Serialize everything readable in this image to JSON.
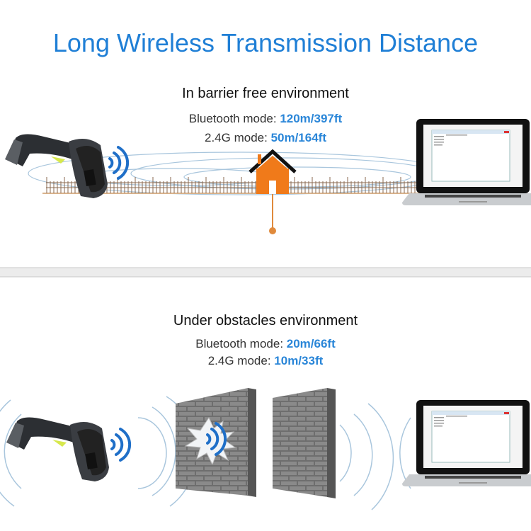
{
  "title": "Long Wireless Transmission Distance",
  "barrier_free": {
    "heading": "In barrier free environment",
    "bluetooth_label": "Bluetooth mode: ",
    "bluetooth_value": "120m/397ft",
    "g24_label": "2.4G mode: ",
    "g24_value": "50m/164ft"
  },
  "obstacles": {
    "heading": "Under obstacles environment",
    "bluetooth_label": "Bluetooth mode: ",
    "bluetooth_value": "20m/66ft",
    "g24_label": "2.4G mode: ",
    "g24_value": "10m/33ft"
  },
  "colors": {
    "title": "#1f7fd6",
    "value": "#2a86d8",
    "house": "#f07a1a"
  }
}
